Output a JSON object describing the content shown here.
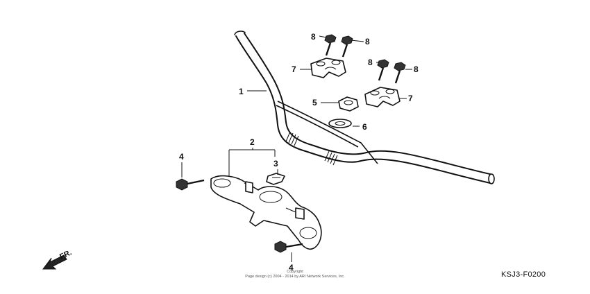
{
  "diagram": {
    "callouts": {
      "handlebar": "1",
      "top_bridge": "2",
      "plate": "3",
      "bolt_lower": "4",
      "nut": "5",
      "washer": "6",
      "holder_left": "7",
      "holder_right": "7",
      "bolt_a": "8",
      "bolt_b": "8",
      "bolt_c": "8",
      "bolt_d": "8"
    },
    "front_arrow_label": "FR.",
    "copyright_line1": "Copyright",
    "copyright_line2": "Page design (c) 2004 - 2014 by ARI Network Services, Inc.",
    "diagram_code": "KSJ3-F0200"
  }
}
